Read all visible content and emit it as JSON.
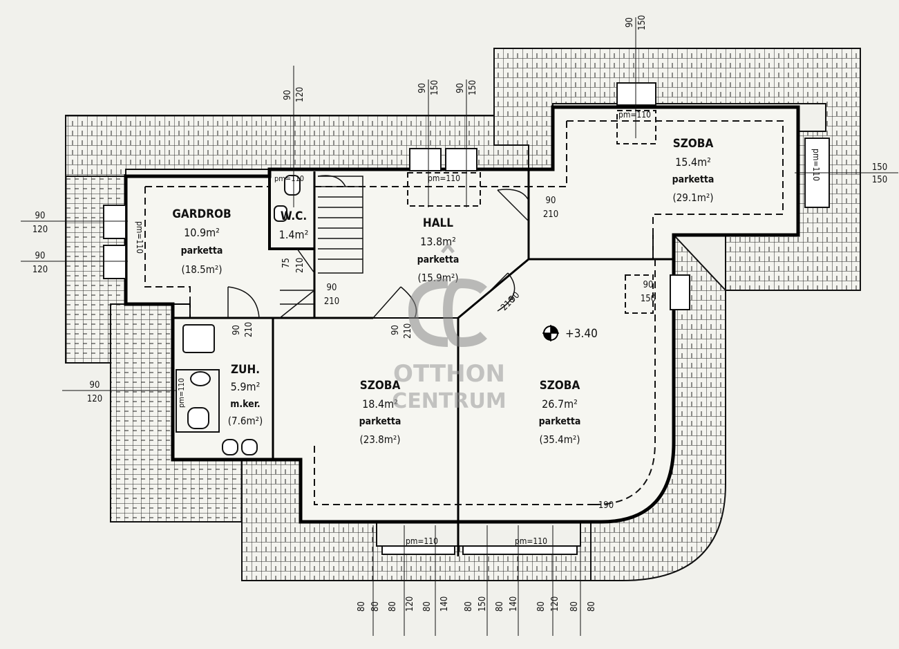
{
  "rooms": {
    "gardrob": {
      "name": "GARDROB",
      "area": "10.9m²",
      "floor": "parketta",
      "total": "(18.5m²)"
    },
    "wc": {
      "name": "W.C.",
      "area": "1.4m²"
    },
    "hall": {
      "name": "HALL",
      "area": "13.8m²",
      "floor": "parketta",
      "total": "(15.9m²)"
    },
    "szoba_ne": {
      "name": "SZOBA",
      "area": "15.4m²",
      "floor": "parketta",
      "total": "(29.1m²)"
    },
    "zuh": {
      "name": "ZUH.",
      "area": "5.9m²",
      "floor": "m.ker.",
      "total": "(7.6m²)"
    },
    "szoba_mid": {
      "name": "SZOBA",
      "area": "18.4m²",
      "floor": "parketta",
      "total": "(23.8m²)"
    },
    "szoba_se": {
      "name": "SZOBA",
      "area": "26.7m²",
      "floor": "parketta",
      "total": "(35.4m²)"
    }
  },
  "level": "+3.40",
  "window_notes": {
    "pm1": "pm=110",
    "pm2": "pm=110",
    "pm3": "pm=110",
    "pm4": "pm=110",
    "pm5": "pm=110",
    "pm6": "pm=110",
    "pm7": "pm=110",
    "pm8": "pm=110"
  },
  "dimensions": {
    "top1_a": "90",
    "top1_b": "120",
    "top2_a": "90",
    "top2_b": "150",
    "top3_a": "90",
    "top3_b": "150",
    "top4_a": "90",
    "top4_b": "150",
    "left1_a": "90",
    "left1_b": "120",
    "left2_a": "90",
    "left2_b": "120",
    "left3_a": "90",
    "left3_b": "120",
    "right1_a": "150",
    "right1_b": "150",
    "door1_a": "90",
    "door1_b": "210",
    "door2_a": "90",
    "door2_b": "210",
    "door3_a": "90",
    "door3_b": "210",
    "door4_a": "90",
    "door4_b": "210",
    "door5_a": "90",
    "door5_b": "210",
    "door6_a": "90",
    "door6_b": "150",
    "door7_a": "75",
    "door7_b": "210",
    "curve": "190",
    "bottom": [
      "80",
      "80",
      "80",
      "120",
      "80",
      "140",
      "80",
      "150",
      "80",
      "140",
      "80",
      "120",
      "80",
      "80"
    ]
  },
  "watermark": {
    "line1": "OTTHON",
    "line2": "CENTRUM"
  }
}
